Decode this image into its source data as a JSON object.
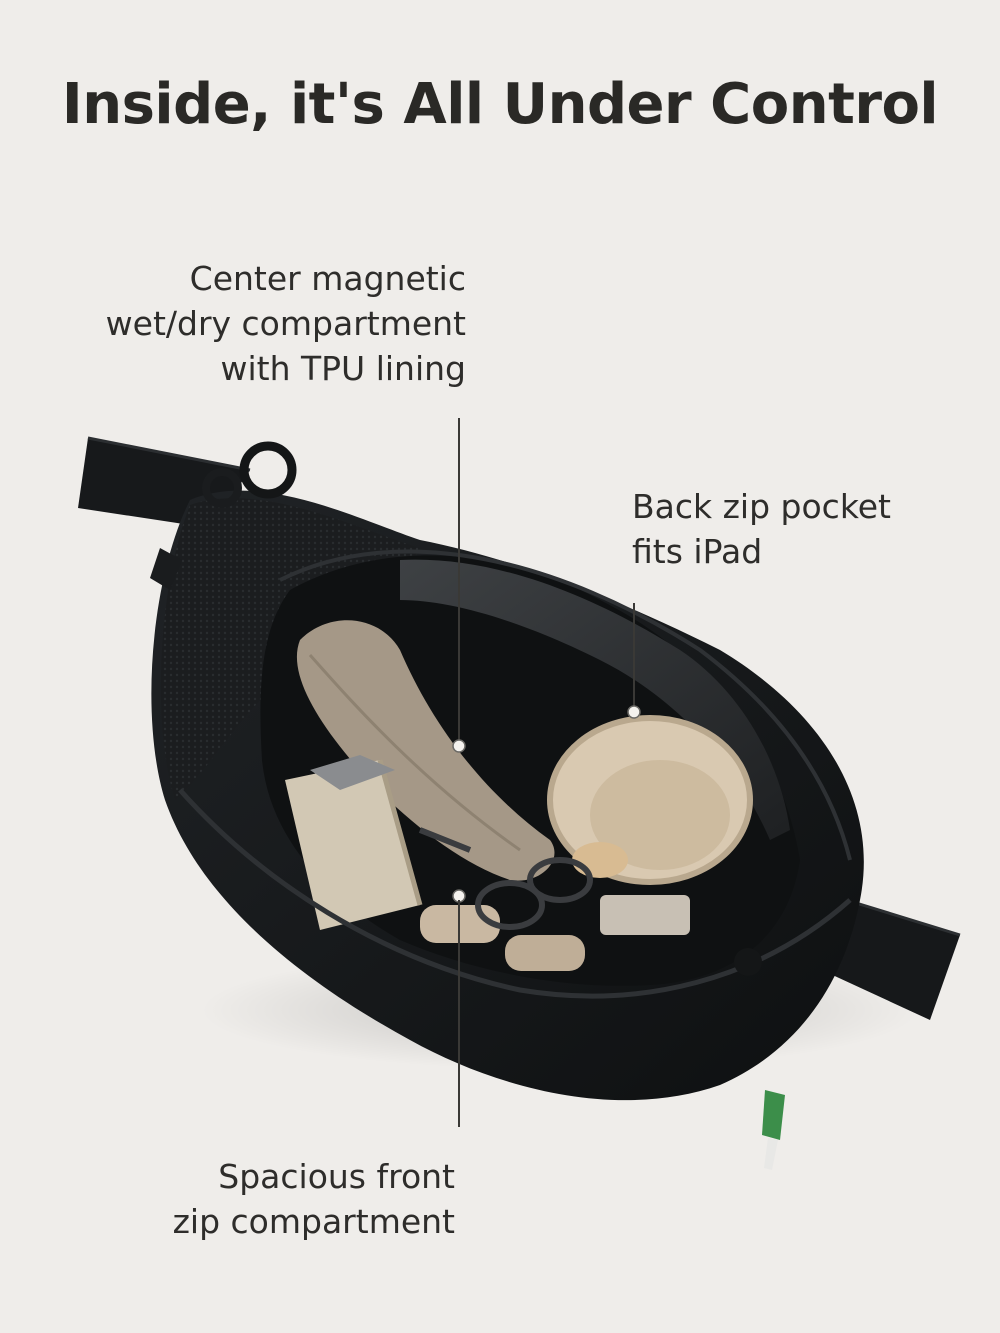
{
  "title": "Inside, it's All Under Control",
  "callouts": {
    "center": [
      "Center magnetic",
      "wet/dry compartment",
      "with TPU lining"
    ],
    "back": [
      "Back zip pocket",
      "fits iPad"
    ],
    "front": [
      "Spacious front",
      "zip compartment"
    ]
  },
  "colors": {
    "background": "#efedea",
    "text": "#2a2926",
    "bag": "#16181a",
    "towel": "#a59887",
    "pointer": "#3a3936"
  }
}
